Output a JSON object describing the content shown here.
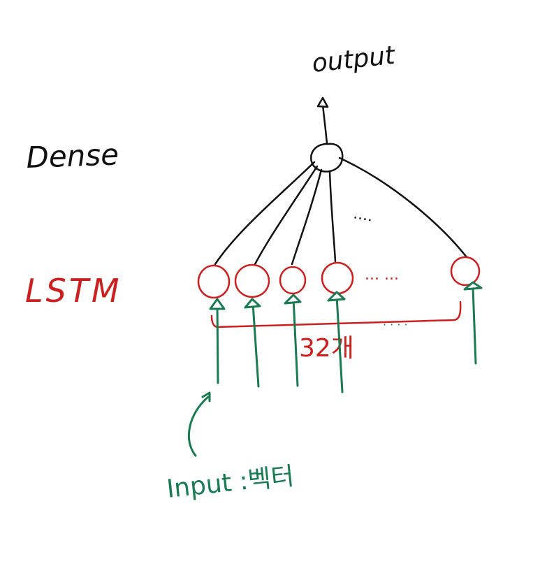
{
  "labels": {
    "output": "output",
    "dense": "Dense",
    "lstm": "LSTM",
    "count": "32개",
    "input": "Input :벡터",
    "ellipsis_top": "....",
    "ellipsis_mid": "... ...",
    "ellipsis_low": "· · · ·"
  },
  "colors": {
    "ink": "#111111",
    "lstm": "#cc1f1f",
    "input": "#1a7a52"
  },
  "lstm_units": {
    "count_text": "32개",
    "drawn_units": 5
  }
}
